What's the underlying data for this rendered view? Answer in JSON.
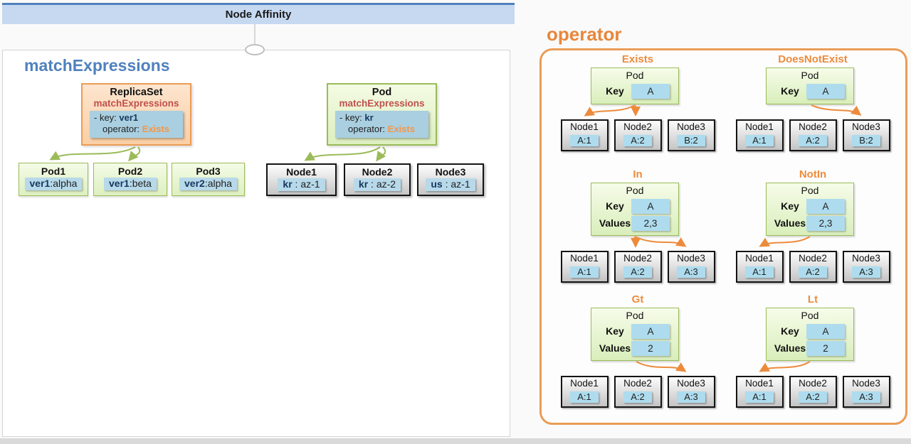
{
  "header": {
    "title": "Node Affinity"
  },
  "colors": {
    "title_bar": "#c6d9f1",
    "title_bar_edge": "#4f81bd",
    "heading_blue": "#4f81bd",
    "accent_orange": "#e8873c",
    "subtitle_red": "#c0504d",
    "key_navy": "#17375e",
    "operator_orange": "#f79646",
    "green_border": "#9bbb59",
    "chip_blue": "#aecfe3"
  },
  "left": {
    "heading": "matchExpressions",
    "replicaset": {
      "title": "ReplicaSet",
      "subtitle": "matchExpressions",
      "key_prefix": "- key: ",
      "key": "ver1",
      "op_prefix": "operator: ",
      "op": "Exists"
    },
    "podbox": {
      "title": "Pod",
      "subtitle": "matchExpressions",
      "key_prefix": "- key: ",
      "key": "kr",
      "op_prefix": "operator: ",
      "op": "Exists"
    },
    "pods": [
      {
        "title": "Pod1",
        "key": "ver1",
        "rest": ":alpha"
      },
      {
        "title": "Pod2",
        "key": "ver1",
        "rest": ":beta"
      },
      {
        "title": "Pod3",
        "key": "ver2",
        "rest": ":alpha"
      }
    ],
    "nodes": [
      {
        "title": "Node1",
        "key": "kr",
        "rest": " : az-1"
      },
      {
        "title": "Node2",
        "key": "kr",
        "rest": " : az-2"
      },
      {
        "title": "Node3",
        "key": "us",
        "rest": " : az-1"
      }
    ]
  },
  "op": {
    "heading": "operator",
    "sections": [
      {
        "label": "Exists",
        "pod_title": "Pod",
        "rows": [
          {
            "label": "Key",
            "value": "A"
          }
        ],
        "nodes": [
          {
            "title": "Node1",
            "chip": "A:1"
          },
          {
            "title": "Node2",
            "chip": "A:2"
          },
          {
            "title": "Node3",
            "chip": "B:2"
          }
        ]
      },
      {
        "label": "DoesNotExist",
        "pod_title": "Pod",
        "rows": [
          {
            "label": "Key",
            "value": "A"
          }
        ],
        "nodes": [
          {
            "title": "Node1",
            "chip": "A:1"
          },
          {
            "title": "Node2",
            "chip": "A:2"
          },
          {
            "title": "Node3",
            "chip": "B:2"
          }
        ]
      },
      {
        "label": "In",
        "pod_title": "Pod",
        "rows": [
          {
            "label": "Key",
            "value": "A"
          },
          {
            "label": "Values",
            "value": "2,3"
          }
        ],
        "nodes": [
          {
            "title": "Node1",
            "chip": "A:1"
          },
          {
            "title": "Node2",
            "chip": "A:2"
          },
          {
            "title": "Node3",
            "chip": "A:3"
          }
        ]
      },
      {
        "label": "NotIn",
        "pod_title": "Pod",
        "rows": [
          {
            "label": "Key",
            "value": "A"
          },
          {
            "label": "Values",
            "value": "2,3"
          }
        ],
        "nodes": [
          {
            "title": "Node1",
            "chip": "A:1"
          },
          {
            "title": "Node2",
            "chip": "A:2"
          },
          {
            "title": "Node3",
            "chip": "A:3"
          }
        ]
      },
      {
        "label": "Gt",
        "pod_title": "Pod",
        "rows": [
          {
            "label": "Key",
            "value": "A"
          },
          {
            "label": "Values",
            "value": "2"
          }
        ],
        "nodes": [
          {
            "title": "Node1",
            "chip": "A:1"
          },
          {
            "title": "Node2",
            "chip": "A:2"
          },
          {
            "title": "Node3",
            "chip": "A:3"
          }
        ]
      },
      {
        "label": "Lt",
        "pod_title": "Pod",
        "rows": [
          {
            "label": "Key",
            "value": "A"
          },
          {
            "label": "Values",
            "value": "2"
          }
        ],
        "nodes": [
          {
            "title": "Node1",
            "chip": "A:1"
          },
          {
            "title": "Node2",
            "chip": "A:2"
          },
          {
            "title": "Node3",
            "chip": "A:3"
          }
        ]
      }
    ]
  }
}
